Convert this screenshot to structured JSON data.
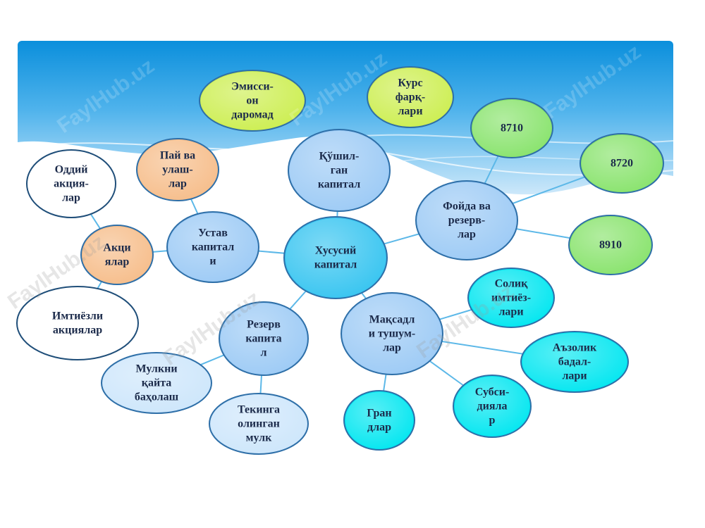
{
  "diagram": {
    "center": {
      "id": "center",
      "lines": [
        "Хусусий",
        "капитал"
      ],
      "color": "#35c4f0"
    },
    "nodes": [
      {
        "id": "ustav",
        "lines": [
          "Устав",
          "капитал",
          "и"
        ],
        "color": "#9ccaf5"
      },
      {
        "id": "qushilgan",
        "lines": [
          "Қўшил-",
          "ган",
          "капитал"
        ],
        "color": "#9ccaf5"
      },
      {
        "id": "foyda",
        "lines": [
          "Фойда ва",
          "резерв-",
          "лар"
        ],
        "color": "#9ccaf5"
      },
      {
        "id": "rezerv",
        "lines": [
          "Резерв",
          "капита",
          "л"
        ],
        "color": "#9ccaf5"
      },
      {
        "id": "maqsadli",
        "lines": [
          "Мақсадл",
          "и тушум-",
          "лар"
        ],
        "color": "#9ccaf5"
      },
      {
        "id": "aksiyalar",
        "lines": [
          "Акци",
          "ялар"
        ],
        "color": "#f6bd8a"
      },
      {
        "id": "pay",
        "lines": [
          "Пай ва",
          "улаш-",
          "лар"
        ],
        "color": "#f6bd8a"
      },
      {
        "id": "oddiy",
        "lines": [
          "Оддий",
          "акция-",
          "лар"
        ],
        "color": "#ffffff"
      },
      {
        "id": "imtiyozli",
        "lines": [
          "Имтиёзли",
          "акциялар"
        ],
        "color": "#ffffff"
      },
      {
        "id": "emission",
        "lines": [
          "Эмисси-",
          "он",
          "даромад"
        ],
        "color": "#ccee50"
      },
      {
        "id": "kurs",
        "lines": [
          "Курс",
          "фарқ-",
          "лари"
        ],
        "color": "#ccee50"
      },
      {
        "id": "n8710",
        "lines": [
          "8710"
        ],
        "color": "#88e36c"
      },
      {
        "id": "n8720",
        "lines": [
          "8720"
        ],
        "color": "#88e36c"
      },
      {
        "id": "n8910",
        "lines": [
          "8910"
        ],
        "color": "#88e36c"
      },
      {
        "id": "mulkni",
        "lines": [
          "Мулкни",
          "қайта",
          "баҳолаш"
        ],
        "color": "#cde6fb"
      },
      {
        "id": "tekinga",
        "lines": [
          "Текинга",
          "олинган",
          "мулк"
        ],
        "color": "#cde6fb"
      },
      {
        "id": "soliq",
        "lines": [
          "Солиқ",
          "имтиёз-",
          "лари"
        ],
        "color": "#00e6f0"
      },
      {
        "id": "azolik",
        "lines": [
          "Аъзолик",
          "бадал-",
          "лари"
        ],
        "color": "#00e6f0"
      },
      {
        "id": "subsidiya",
        "lines": [
          "Субси-",
          "дияла",
          "р"
        ],
        "color": "#00e6f0"
      },
      {
        "id": "grant",
        "lines": [
          "Гран",
          "длар"
        ],
        "color": "#00e6f0"
      }
    ],
    "edges": [
      [
        "center",
        "ustav"
      ],
      [
        "center",
        "qushilgan"
      ],
      [
        "center",
        "foyda"
      ],
      [
        "center",
        "rezerv"
      ],
      [
        "center",
        "maqsadli"
      ],
      [
        "ustav",
        "aksiyalar"
      ],
      [
        "ustav",
        "pay"
      ],
      [
        "aksiyalar",
        "oddiy"
      ],
      [
        "aksiyalar",
        "imtiyozli"
      ],
      [
        "foyda",
        "n8710"
      ],
      [
        "foyda",
        "n8720"
      ],
      [
        "foyda",
        "n8910"
      ],
      [
        "rezerv",
        "mulkni"
      ],
      [
        "rezerv",
        "tekinga"
      ],
      [
        "maqsadli",
        "soliq"
      ],
      [
        "maqsadli",
        "azolik"
      ],
      [
        "maqsadli",
        "subsidiya"
      ],
      [
        "maqsadli",
        "grant"
      ]
    ],
    "watermark": "FaylHub.uz"
  }
}
